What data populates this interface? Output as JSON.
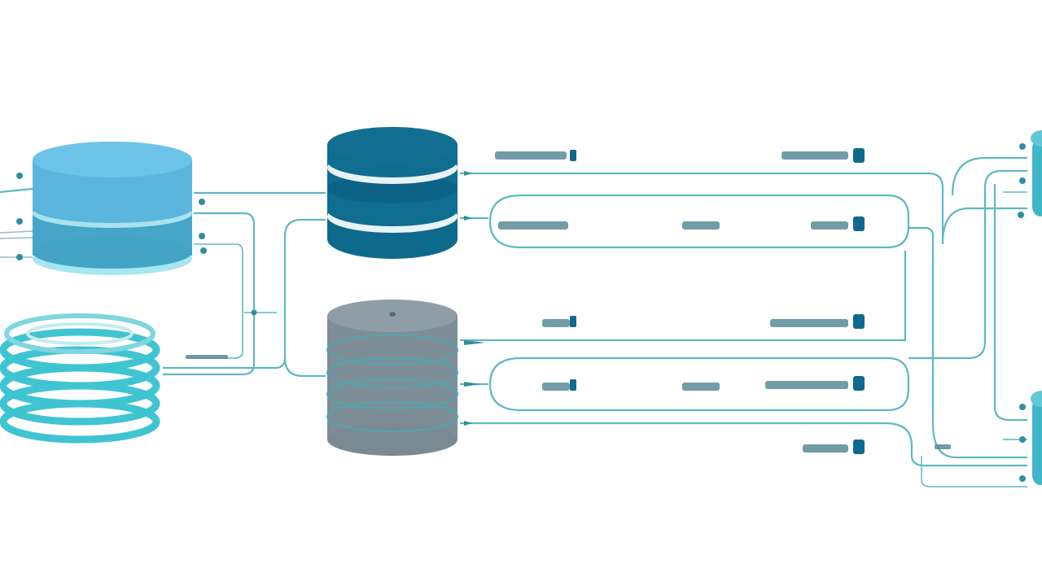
{
  "diagram": {
    "background": "#ffffff",
    "line_color": "#5fb8c2",
    "node_colors": {
      "light_cylinder": "#5ab6dc",
      "light_cylinder_top": "#6cc3e8",
      "disc_stack": "#3fc4d2",
      "dark_cylinder": "#0c6b8f",
      "gray_cylinder": "#7e8e97",
      "edge_cylinder": "#3fb7c9"
    },
    "nodes": [
      {
        "id": "light-cylinder",
        "kind": "database",
        "label": ""
      },
      {
        "id": "disc-stack",
        "kind": "storage-stack",
        "label": ""
      },
      {
        "id": "dark-cylinder",
        "kind": "database",
        "label": ""
      },
      {
        "id": "gray-cylinder",
        "kind": "database",
        "label": ""
      },
      {
        "id": "edge-cylinder-top",
        "kind": "database",
        "label": ""
      },
      {
        "id": "edge-cylinder-bottom",
        "kind": "database",
        "label": ""
      }
    ],
    "icon_names": [
      "database-icon",
      "storage-stack-icon",
      "connector-dot-icon",
      "lock-icon"
    ]
  }
}
